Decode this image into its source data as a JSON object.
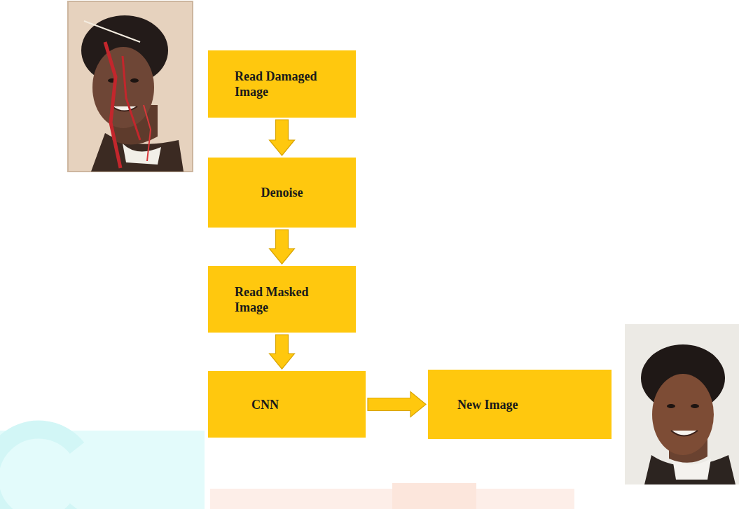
{
  "diagram": {
    "nodes": [
      {
        "text": [
          "Read Damaged Image"
        ]
      },
      {
        "text": [
          "Denoise"
        ]
      },
      {
        "text": [
          "Read Masked Image"
        ]
      },
      {
        "text": [
          "CNN"
        ]
      },
      {
        "text": [
          "New Image"
        ]
      }
    ],
    "edges": [
      {
        "from": 0,
        "to": 1,
        "arrow": "to"
      },
      {
        "from": 1,
        "to": 2,
        "arrow": "to"
      },
      {
        "from": 2,
        "to": 3,
        "arrow": "to"
      },
      {
        "from": 3,
        "to": 4,
        "arrow": "to"
      }
    ]
  }
}
